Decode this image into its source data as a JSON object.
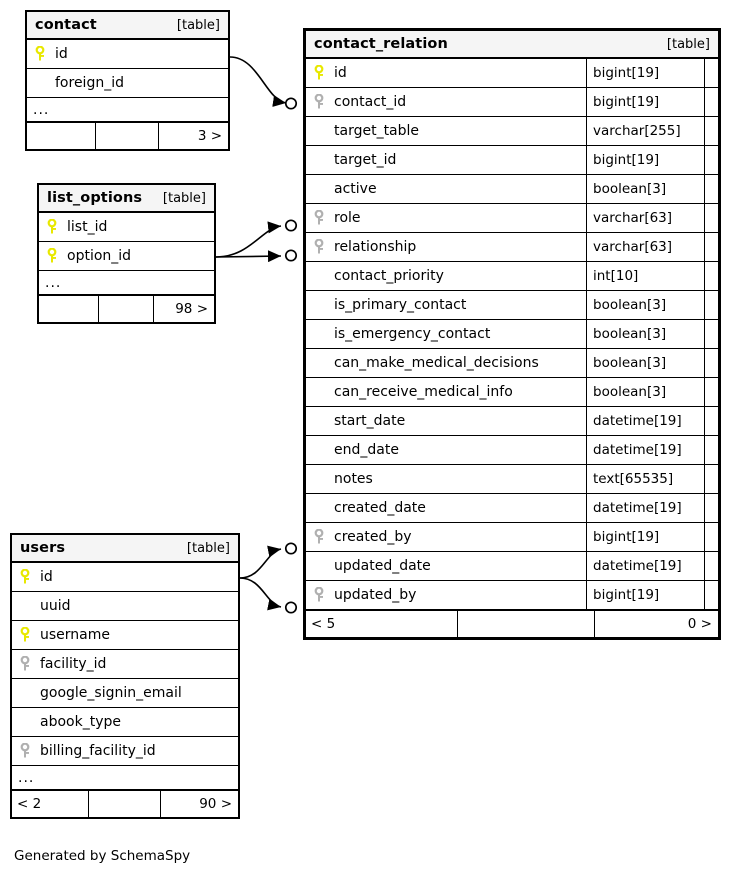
{
  "diagram": {
    "caption": "Generated by SchemaSpy",
    "table_tag": "[table]",
    "ellipsis": "...",
    "colors": {
      "primary_key": "#e8e800",
      "foreign_key": "#b0b0b0",
      "header_bg": "#f5f5f5",
      "border": "#000000",
      "background": "#ffffff"
    }
  },
  "tables": [
    {
      "id": "contact",
      "name": "contact",
      "tag": "[table]",
      "show_ellipsis": true,
      "columns": [
        {
          "name": "id",
          "key": "primary"
        },
        {
          "name": "foreign_id",
          "key": "none"
        }
      ],
      "footer": {
        "left": "",
        "middle": "",
        "right": "3 >"
      }
    },
    {
      "id": "list_options",
      "name": "list_options",
      "tag": "[table]",
      "show_ellipsis": true,
      "columns": [
        {
          "name": "list_id",
          "key": "primary"
        },
        {
          "name": "option_id",
          "key": "primary"
        }
      ],
      "footer": {
        "left": "",
        "middle": "",
        "right": "98 >"
      }
    },
    {
      "id": "users",
      "name": "users",
      "tag": "[table]",
      "show_ellipsis": true,
      "columns": [
        {
          "name": "id",
          "key": "primary"
        },
        {
          "name": "uuid",
          "key": "none"
        },
        {
          "name": "username",
          "key": "primary"
        },
        {
          "name": "facility_id",
          "key": "foreign"
        },
        {
          "name": "google_signin_email",
          "key": "none"
        },
        {
          "name": "abook_type",
          "key": "none"
        },
        {
          "name": "billing_facility_id",
          "key": "foreign"
        }
      ],
      "footer": {
        "left": "< 2",
        "middle": "",
        "right": "90 >"
      }
    },
    {
      "id": "contact_relation",
      "name": "contact_relation",
      "tag": "[table]",
      "show_ellipsis": false,
      "columns": [
        {
          "name": "id",
          "key": "primary",
          "type": "bigint[19]"
        },
        {
          "name": "contact_id",
          "key": "foreign",
          "type": "bigint[19]"
        },
        {
          "name": "target_table",
          "key": "none",
          "type": "varchar[255]"
        },
        {
          "name": "target_id",
          "key": "none",
          "type": "bigint[19]"
        },
        {
          "name": "active",
          "key": "none",
          "type": "boolean[3]"
        },
        {
          "name": "role",
          "key": "foreign",
          "type": "varchar[63]"
        },
        {
          "name": "relationship",
          "key": "foreign",
          "type": "varchar[63]"
        },
        {
          "name": "contact_priority",
          "key": "none",
          "type": "int[10]"
        },
        {
          "name": "is_primary_contact",
          "key": "none",
          "type": "boolean[3]"
        },
        {
          "name": "is_emergency_contact",
          "key": "none",
          "type": "boolean[3]"
        },
        {
          "name": "can_make_medical_decisions",
          "key": "none",
          "type": "boolean[3]"
        },
        {
          "name": "can_receive_medical_info",
          "key": "none",
          "type": "boolean[3]"
        },
        {
          "name": "start_date",
          "key": "none",
          "type": "datetime[19]"
        },
        {
          "name": "end_date",
          "key": "none",
          "type": "datetime[19]"
        },
        {
          "name": "notes",
          "key": "none",
          "type": "text[65535]"
        },
        {
          "name": "created_date",
          "key": "none",
          "type": "datetime[19]"
        },
        {
          "name": "created_by",
          "key": "foreign",
          "type": "bigint[19]"
        },
        {
          "name": "updated_date",
          "key": "none",
          "type": "datetime[19]"
        },
        {
          "name": "updated_by",
          "key": "foreign",
          "type": "bigint[19]"
        }
      ],
      "footer": {
        "left": "< 5",
        "middle": "",
        "right": "0 >"
      }
    }
  ],
  "relationships": [
    {
      "from_table": "contact",
      "from_column": "id",
      "to_table": "contact_relation",
      "to_column": "contact_id"
    },
    {
      "from_table": "list_options",
      "from_column": "option_id",
      "to_table": "contact_relation",
      "to_column": "role"
    },
    {
      "from_table": "list_options",
      "from_column": "option_id",
      "to_table": "contact_relation",
      "to_column": "relationship"
    },
    {
      "from_table": "users",
      "from_column": "id",
      "to_table": "contact_relation",
      "to_column": "created_by"
    },
    {
      "from_table": "users",
      "from_column": "id",
      "to_table": "contact_relation",
      "to_column": "updated_by"
    }
  ]
}
